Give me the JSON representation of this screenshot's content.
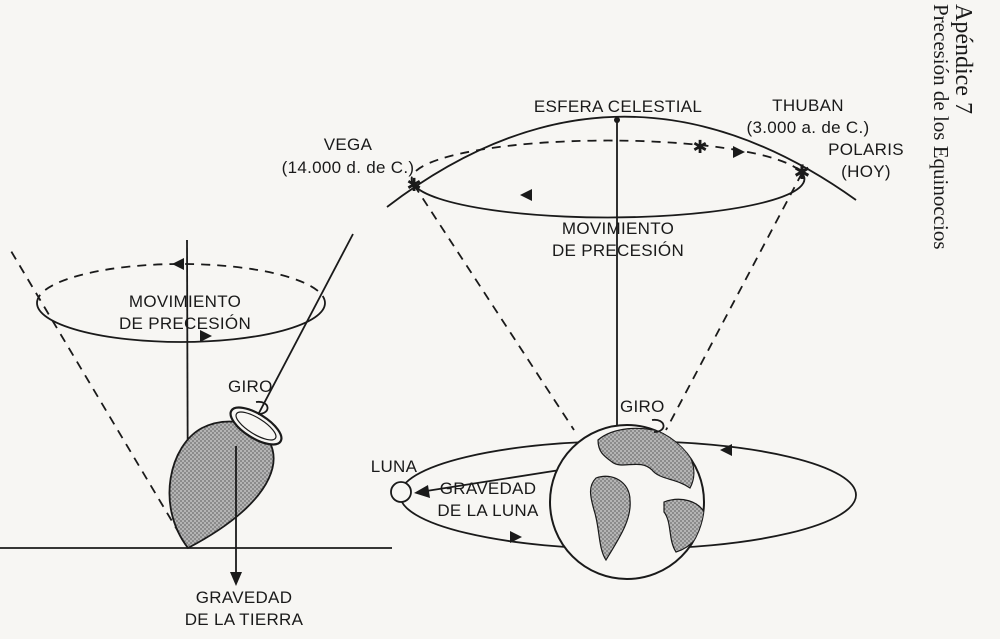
{
  "appendix": {
    "title": "Apéndice 7",
    "subtitle": "Precesión de los Equinoccios"
  },
  "top_diagram": {
    "precession_label_1": "MOVIMIENTO",
    "precession_label_2": "DE PRECESIÓN",
    "spin_label": "GIRO",
    "gravity_label_1": "GRAVEDAD",
    "gravity_label_2": "DE LA TIERRA"
  },
  "earth_diagram": {
    "celestial_sphere_label": "ESFERA CELESTIAL",
    "vega_name": "VEGA",
    "vega_date": "(14.000 d. de C.)",
    "thuban_name": "THUBAN",
    "thuban_date": "(3.000 a. de C.)",
    "polaris_name": "POLARIS",
    "polaris_date": "(HOY)",
    "precession_label_1": "MOVIMIENTO",
    "precession_label_2": "DE PRECESIÓN",
    "spin_label": "GIRO",
    "moon_label": "LUNA",
    "moon_gravity_1": "GRAVEDAD",
    "moon_gravity_2": "DE LA LUNA"
  },
  "colors": {
    "ink": "#1a1a1a",
    "shading": "#9a9a9a",
    "paper": "#f7f6f3"
  }
}
